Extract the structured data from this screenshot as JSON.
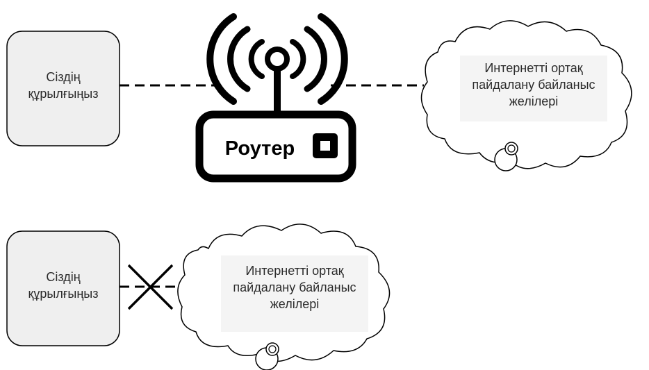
{
  "top_row": {
    "device_label": [
      "Сіздің",
      "құрылғыңыз"
    ],
    "router_label": "Роутер",
    "cloud_label": [
      "Интернетті ортақ",
      "пайдалану байланыс",
      "желілері"
    ]
  },
  "bottom_row": {
    "device_label": [
      "Сіздің",
      "құрылғыңыз"
    ],
    "cloud_label": [
      "Интернетті ортақ",
      "пайдалану байланыс",
      "желілері"
    ]
  },
  "colors": {
    "box_fill": "#efefef",
    "stroke": "#000000",
    "text": "#2b2b2b",
    "cloud_inner": "#f4f4f4"
  }
}
